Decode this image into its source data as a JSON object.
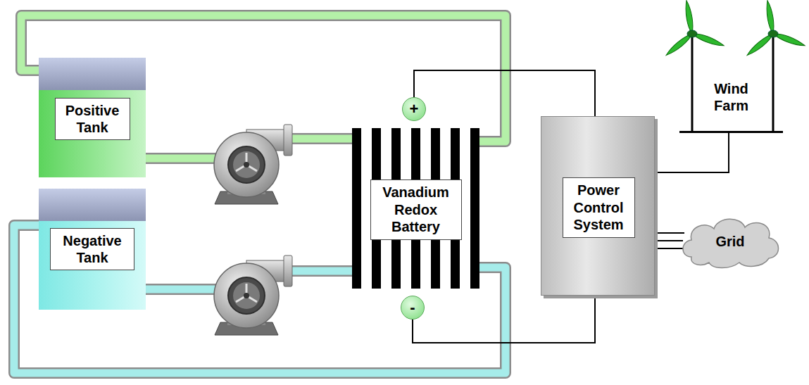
{
  "diagram": {
    "nodes": [
      {
        "text": [
          "Positive Tank"
        ]
      },
      {
        "text": [
          "Negative Tank"
        ]
      },
      {
        "text": [
          "+"
        ]
      },
      {
        "text": [
          "Vanadium Redox Battery"
        ]
      },
      {
        "text": [
          "-"
        ]
      },
      {
        "text": [
          "Power Control System"
        ]
      },
      {
        "text": [
          "Wind Farm"
        ]
      },
      {
        "text": [
          "Grid"
        ]
      }
    ],
    "edges": [
      {
        "from": 0,
        "to": 3,
        "arrow": "none"
      },
      {
        "from": 3,
        "to": 0,
        "arrow": "none"
      },
      {
        "from": 1,
        "to": 3,
        "arrow": "none"
      },
      {
        "from": 3,
        "to": 1,
        "arrow": "none"
      },
      {
        "from": 2,
        "to": 5,
        "arrow": "none"
      },
      {
        "from": 4,
        "to": 5,
        "arrow": "none"
      },
      {
        "from": 5,
        "to": 6,
        "arrow": "none"
      },
      {
        "from": 5,
        "to": 7,
        "arrow": "none"
      },
      {
        "from": 5,
        "to": 7,
        "arrow": "none"
      },
      {
        "from": 5,
        "to": 7,
        "arrow": "none"
      }
    ]
  }
}
